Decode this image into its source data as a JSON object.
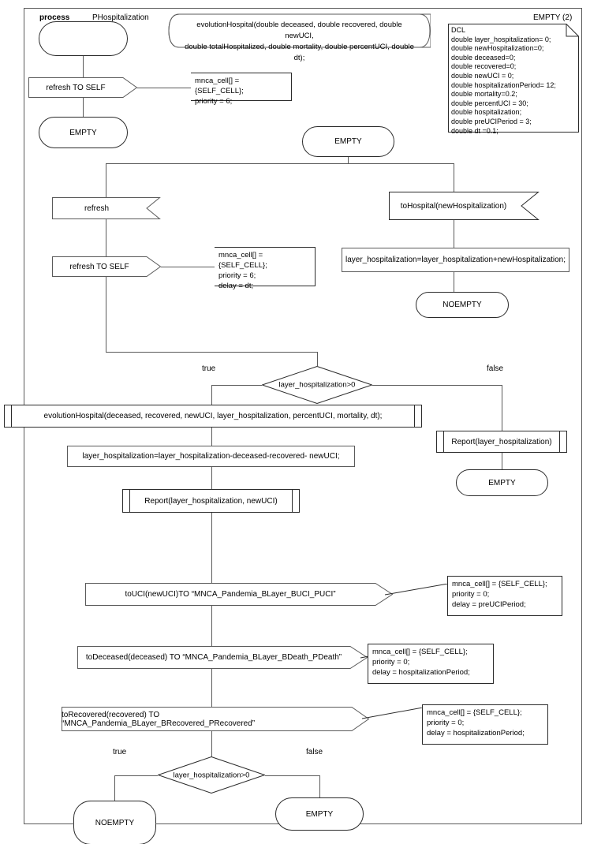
{
  "diagram": {
    "type": "flowchart",
    "header": {
      "keyword": "process",
      "name": "PHospitalization",
      "right_label": "EMPTY (2)"
    },
    "param_signature": {
      "line1": "evolutionHospital(double deceased, double recovered, double newUCI,",
      "line2": "double totalHospitalized, double mortality, double percentUCI, double dt);"
    },
    "declarations": {
      "title": "DCL",
      "lines": [
        "double layer_hospitalization= 0;",
        "double newHospitalization=0;",
        "double deceased=0;",
        "double recovered=0;",
        "double newUCI = 0;",
        "double hospitalizationPeriod= 12;",
        "double mortality=0.2;",
        "double percentUCI = 30;",
        "double hospitalization;",
        "double preUCIPeriod = 3;",
        "double dt =0.1;"
      ]
    },
    "nodes": {
      "start_terminal": "",
      "refresh_to_self_1": "refresh TO SELF",
      "empty_1": "EMPTY",
      "empty_2": "EMPTY",
      "refresh_signal": "refresh",
      "refresh_to_self_2": "refresh TO SELF",
      "to_hospital_signal": "toHospital(newHospitalization)",
      "add_hospitalization": "layer_hospitalization=layer_hospitalization+newHospitalization;",
      "noempty_1": "NOEMPTY",
      "decision_1": "layer_hospitalization>0",
      "evolution_call": "evolutionHospital(deceased, recovered, newUCI, layer_hospitalization, percentUCI, mortality, dt);",
      "subtract_assign": "layer_hospitalization=layer_hospitalization-deceased-recovered- newUCI;",
      "report_1": "Report(layer_hospitalization, newUCI)",
      "report_2": "Report(layer_hospitalization)",
      "empty_3": "EMPTY",
      "to_uci": "toUCI(newUCI)TO “MNCA_Pandemia_BLayer_BUCI_PUCI”",
      "to_deceased": "toDeceased(deceased) TO “MNCA_Pandemia_BLayer_BDeath_PDeath”",
      "to_recovered": "toRecovered(recovered) TO “MNCA_Pandemia_BLayer_BRecovered_PRecovered”",
      "decision_2": "layer_hospitalization>0",
      "noempty_2": "NOEMPTY",
      "empty_4": "EMPTY"
    },
    "branch_labels": {
      "true": "true",
      "false": "false"
    },
    "notes": {
      "note_1": {
        "l1": "mnca_cell[] = {SELF_CELL};",
        "l2": "priority = 6;",
        "l3": ""
      },
      "note_2": {
        "l1": "mnca_cell[] = {SELF_CELL};",
        "l2": "priority = 6;",
        "l3": "delay = dt;"
      },
      "note_3": {
        "l1": "mnca_cell[] = {SELF_CELL};",
        "l2": "priority = 0;",
        "l3": "delay = preUCIPeriod;"
      },
      "note_4": {
        "l1": "mnca_cell[] = {SELF_CELL};",
        "l2": "priority = 0;",
        "l3": "delay = hospitalizationPeriod;"
      },
      "note_5": {
        "l1": "mnca_cell[] = {SELF_CELL};",
        "l2": "priority = 0;",
        "l3": "delay = hospitalizationPeriod;"
      }
    },
    "colors": {
      "line": "#5a5a5a",
      "line_dark": "#2b2b2b",
      "text": "#000000",
      "background": "#ffffff"
    }
  }
}
